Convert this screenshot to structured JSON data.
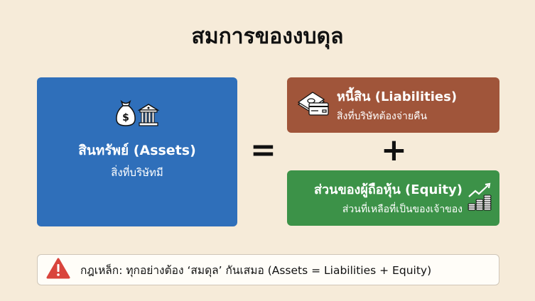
{
  "title": "สมการของงบดุล",
  "assets": {
    "label": "สินทรัพย์ (Assets)",
    "description": "สิ่งที่บริษัทมี",
    "icons": [
      "money-bag-icon",
      "bank-icon"
    ],
    "color": "#2f6fba"
  },
  "operators": {
    "equals": "=",
    "plus": "+"
  },
  "liabilities": {
    "label": "หนี้สิน (Liabilities)",
    "description": "สิ่งที่บริษัทต้องจ่ายคืน",
    "icon": "cash-and-card-icon",
    "color": "#a0553a"
  },
  "equity": {
    "label": "ส่วนของผู้ถือหุ้น (Equity)",
    "description": "ส่วนที่เหลือที่เป็นของเจ้าของ",
    "icon": "growth-coins-icon",
    "color": "#3c9248"
  },
  "rule": {
    "icon": "warning-icon",
    "text": "กฎเหล็ก: ทุกอย่างต้อง ‘สมดุล’ กันเสมอ (Assets = Liabilities + Equity)",
    "icon_color": "#d9443c"
  }
}
